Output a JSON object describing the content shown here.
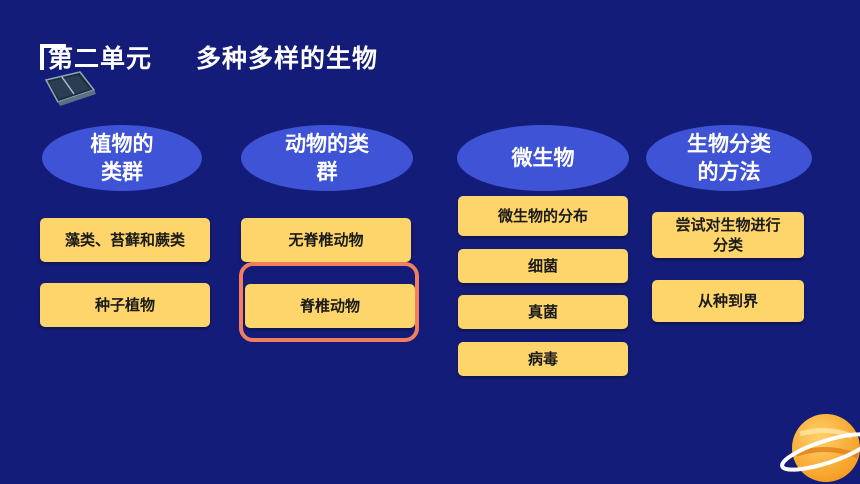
{
  "title": {
    "unit": "第二单元",
    "topic": "多种多样的生物"
  },
  "categories": [
    {
      "label": "植物的\n类群"
    },
    {
      "label": "动物的类\n群"
    },
    {
      "label": "微生物"
    },
    {
      "label": "生物分类\n的方法"
    }
  ],
  "groups": {
    "plants": [
      "藻类、苔藓和蕨类",
      "种子植物"
    ],
    "animals": [
      "无脊椎动物",
      "脊椎动物"
    ],
    "microbes": [
      "微生物的分布",
      "细菌",
      "真菌",
      "病毒"
    ],
    "classification": [
      "尝试对生物进行\n分类",
      "从种到界"
    ]
  },
  "highlighted_item": "脊椎动物",
  "colors": {
    "background": "#141c79",
    "category_fill": "#3e53d6",
    "item_fill": "#fdd56a",
    "highlight_border": "#f37d5f"
  },
  "icons": [
    "book-icon",
    "planet-icon"
  ]
}
